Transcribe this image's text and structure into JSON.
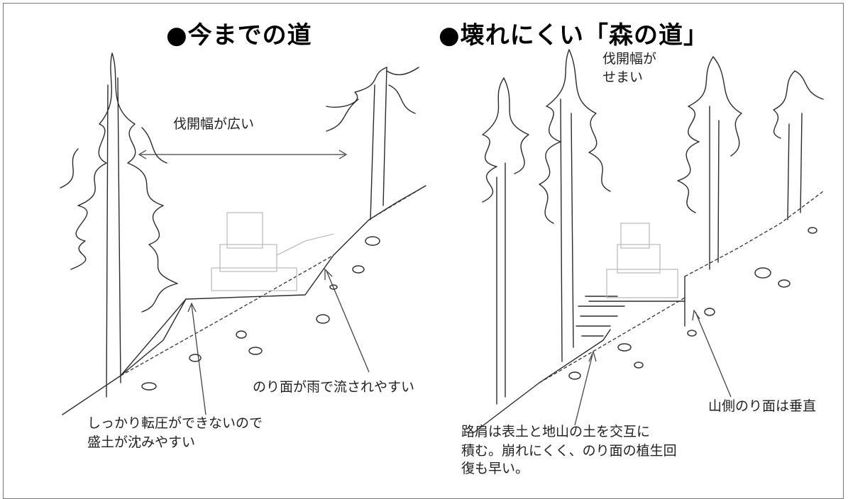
{
  "left_panel": {
    "heading": "●今までの道",
    "clearing_label": "伐開幅が広い",
    "slope_note": "のり面が雨で流されやすい",
    "fill_note_line1": "しっかり転圧ができないので",
    "fill_note_line2": "盛土が沈みやすい"
  },
  "right_panel": {
    "heading": "●壊れにくい「森の道」",
    "clearing_label_line1": "伐開幅が",
    "clearing_label_line2": "せまい",
    "cut_note": "山側のり面は垂直",
    "shoulder_note_line1": "路肩は表土と地山の土を交互に",
    "shoulder_note_line2": "積む。崩れにくく、のり面の植生回",
    "shoulder_note_line3": "復も早い。"
  },
  "colors": {
    "line": "#2a2a2a",
    "machine": "#bdbdbd",
    "frame": "#777777"
  }
}
